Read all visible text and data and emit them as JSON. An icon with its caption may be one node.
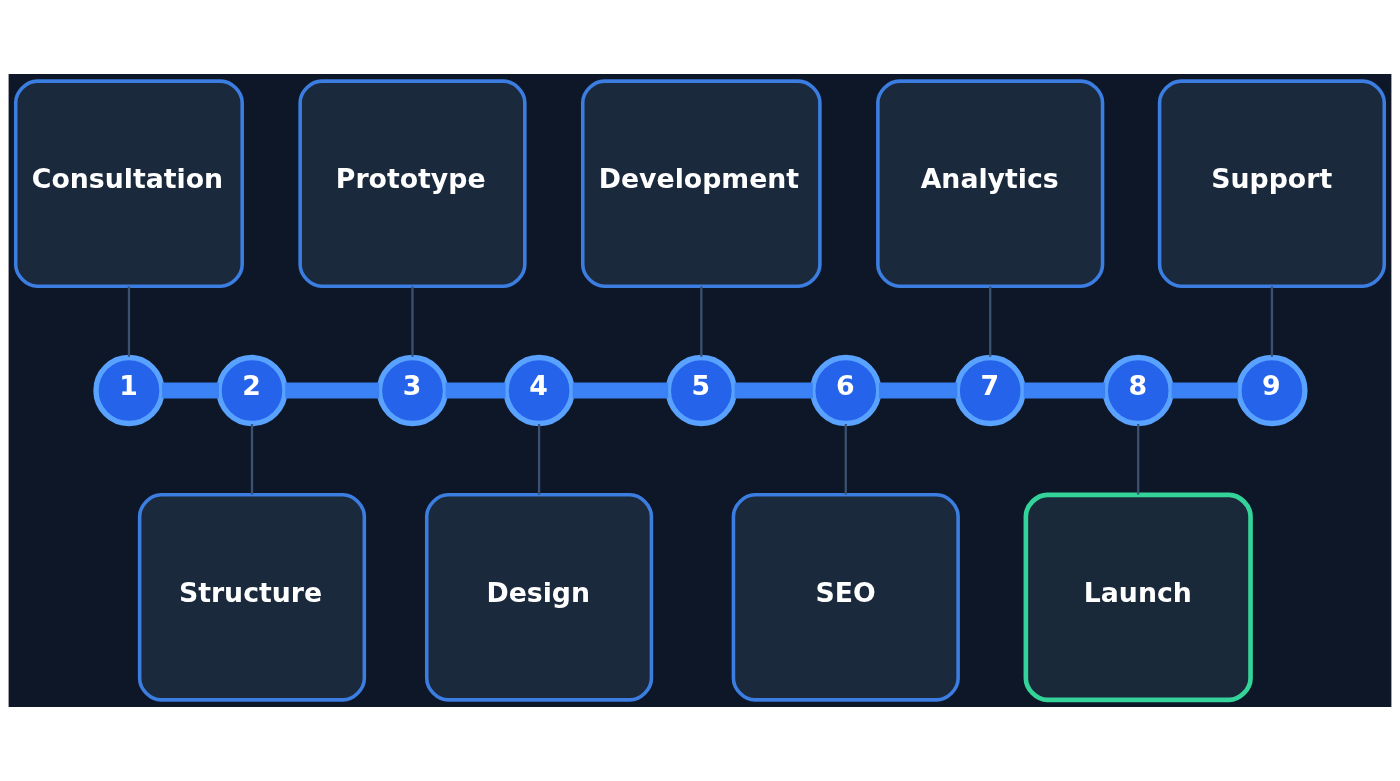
{
  "diagram": {
    "nodes": [
      {
        "text": [
          "Consultation"
        ]
      },
      {
        "text": [
          "Prototype"
        ]
      },
      {
        "text": [
          "Development"
        ]
      },
      {
        "text": [
          "Analytics"
        ]
      },
      {
        "text": [
          "Support"
        ]
      },
      {
        "text": [
          "1"
        ]
      },
      {
        "text": [
          "2"
        ]
      },
      {
        "text": [
          "3"
        ]
      },
      {
        "text": [
          "4"
        ]
      },
      {
        "text": [
          "5"
        ]
      },
      {
        "text": [
          "6"
        ]
      },
      {
        "text": [
          "7"
        ]
      },
      {
        "text": [
          "8"
        ]
      },
      {
        "text": [
          "9"
        ]
      },
      {
        "text": [
          "Structure"
        ]
      },
      {
        "text": [
          "Design"
        ]
      },
      {
        "text": [
          "SEO"
        ]
      },
      {
        "text": [
          "Launch"
        ]
      }
    ],
    "edges": [
      {
        "from": 5,
        "to": 6,
        "arrow": "none",
        "style": "thick",
        "color": "#3b82f6"
      },
      {
        "from": 6,
        "to": 7,
        "arrow": "none",
        "style": "thick",
        "color": "#3b82f6"
      },
      {
        "from": 7,
        "to": 8,
        "arrow": "none",
        "style": "thick",
        "color": "#3b82f6"
      },
      {
        "from": 8,
        "to": 9,
        "arrow": "none",
        "style": "thick",
        "color": "#3b82f6"
      },
      {
        "from": 9,
        "to": 10,
        "arrow": "none",
        "style": "thick",
        "color": "#3b82f6"
      },
      {
        "from": 10,
        "to": 11,
        "arrow": "none",
        "style": "thick",
        "color": "#3b82f6"
      },
      {
        "from": 11,
        "to": 12,
        "arrow": "none",
        "style": "thick",
        "color": "#3b82f6"
      },
      {
        "from": 12,
        "to": 13,
        "arrow": "none",
        "style": "thick",
        "color": "#3b82f6"
      },
      {
        "from": 0,
        "to": 5,
        "arrow": "none"
      },
      {
        "from": 6,
        "to": 14,
        "arrow": "none"
      },
      {
        "from": 1,
        "to": 7,
        "arrow": "none"
      },
      {
        "from": 8,
        "to": 15,
        "arrow": "none"
      },
      {
        "from": 2,
        "to": 9,
        "arrow": "none"
      },
      {
        "from": 10,
        "to": 16,
        "arrow": "none"
      },
      {
        "from": 3,
        "to": 11,
        "arrow": "none"
      },
      {
        "from": 12,
        "to": 17,
        "arrow": "none"
      },
      {
        "from": 4,
        "to": 13,
        "arrow": "none"
      }
    ]
  }
}
